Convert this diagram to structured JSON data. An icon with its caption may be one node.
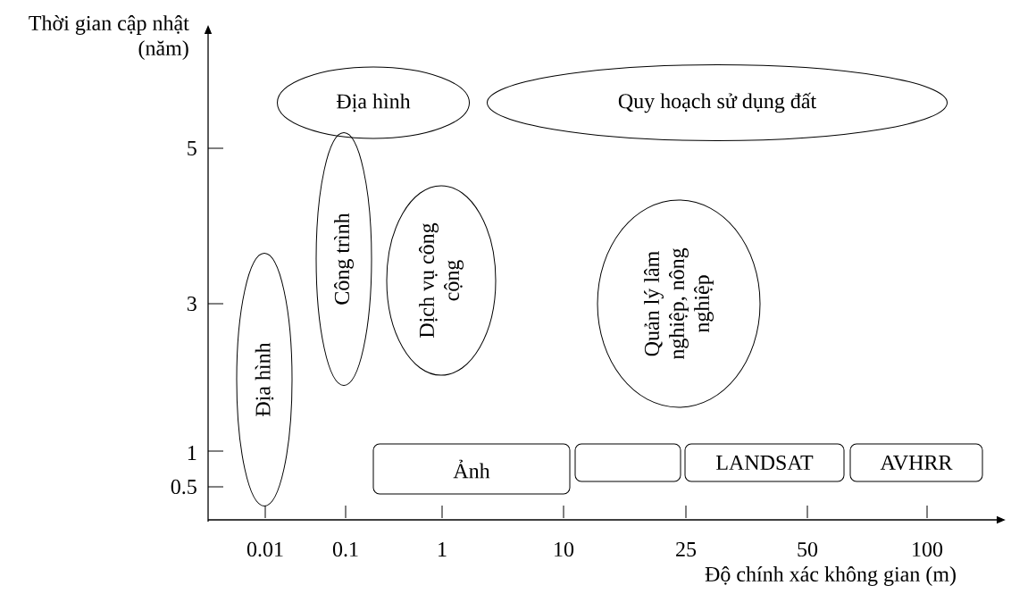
{
  "diagram": {
    "nodes": [
      {
        "text": [
          "Địa hình"
        ]
      },
      {
        "text": [
          "Quy hoạch sử dụng đất"
        ]
      },
      {
        "text": [
          "Công trình"
        ]
      },
      {
        "text": [
          "Dịch vụ công cộng"
        ]
      },
      {
        "text": [
          "Quản lý lâm nghiệp, nông nghiệp"
        ]
      },
      {
        "text": [
          "Địa hình"
        ]
      },
      {
        "text": [
          "Ảnh"
        ]
      },
      {
        "text": [],
        "shape": "box"
      },
      {
        "text": [
          "LANDSAT"
        ]
      },
      {
        "text": [
          "AVHRR"
        ]
      }
    ],
    "edges": [],
    "labels": [
      "Thời gian cập nhật (năm)",
      "5",
      "3",
      "1",
      "0.5",
      "0.01",
      "0.1",
      "1",
      "10",
      "25",
      "50",
      "100",
      "Độ chính xác không gian (m)"
    ]
  }
}
